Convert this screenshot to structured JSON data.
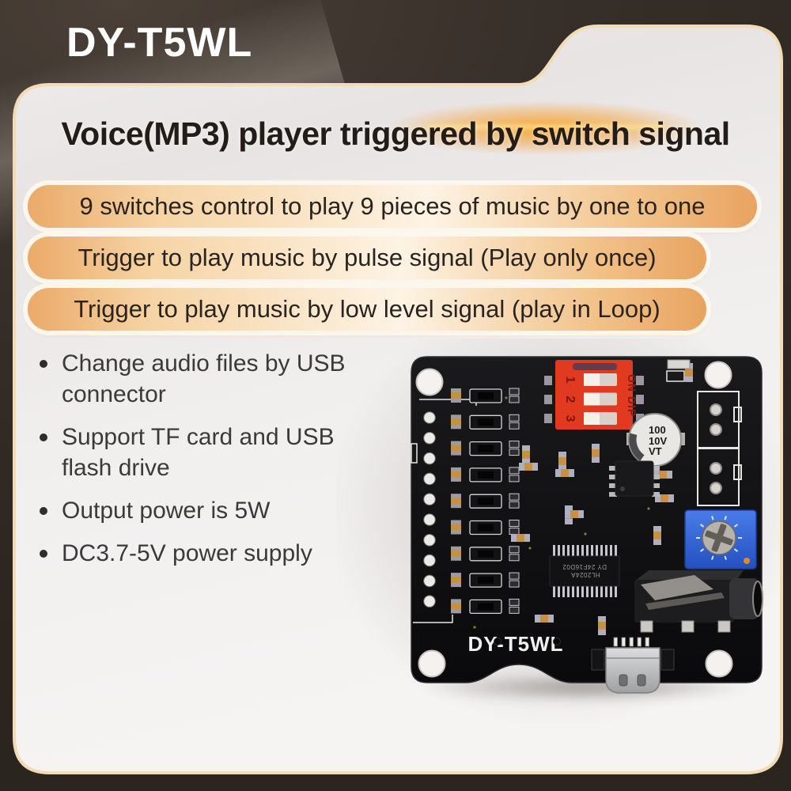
{
  "header": {
    "model": "DY-T5WL"
  },
  "card": {
    "title": "Voice(MP3) player triggered by switch signal",
    "banners": [
      "9 switches control to play 9 pieces of music by one to one",
      "Trigger to play music by pulse signal (Play only once)",
      "Trigger to play music by low level signal (play in Loop)"
    ],
    "features": [
      "Change audio files by USB connector",
      "Support TF card and USB flash drive",
      "Output power is 5W",
      "DC3.7-5V power supply"
    ]
  },
  "board": {
    "silkscreen_label": "DY-T5WL",
    "dip_switch": {
      "on_label": "ON DIP",
      "positions": [
        "1",
        "2",
        "3"
      ]
    },
    "capacitor": {
      "line1": "100",
      "line2": "10V",
      "line3": "VT"
    },
    "ic": {
      "line1": "HL2024A",
      "line2": "DY 24F16D02"
    }
  },
  "colors": {
    "background": "#372f29",
    "card_fill": "#f1efee",
    "card_border": "#f3dcb5",
    "banner_orange": "#eaaa69",
    "banner_light": "#fdf3e4",
    "flare_gold": "#f6a22d",
    "board_black": "#0e0e10",
    "dip_red": "#e23a20",
    "pot_blue": "#2d5fd6",
    "text_dark": "#241c16"
  }
}
